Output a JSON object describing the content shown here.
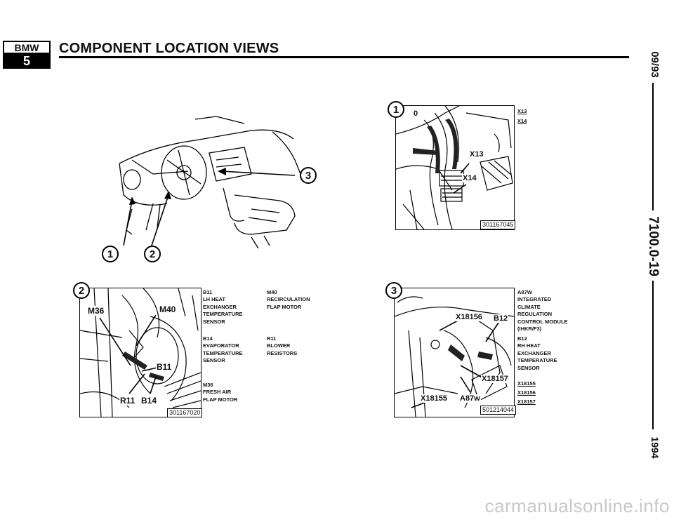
{
  "header": {
    "logo_top": "BMW",
    "logo_bottom": "5",
    "title": "COMPONENT LOCATION VIEWS"
  },
  "sidebar": {
    "date": "09/93",
    "page_number": "7100.0-19",
    "year": "1994"
  },
  "overview": {
    "callouts": [
      "1",
      "2",
      "3"
    ]
  },
  "fig1": {
    "callout": "1",
    "tags": [
      "0",
      "X13",
      "X14"
    ],
    "code": "301167045",
    "legend": [
      "X13",
      "X14"
    ]
  },
  "fig2": {
    "callout": "2",
    "tags": [
      "M36",
      "M40",
      "B11",
      "R11",
      "B14"
    ],
    "code": "301167020",
    "legend_col1": [
      {
        "id": "B11",
        "desc": "LH HEAT\nEXCHANGER\nTEMPERATURE\nSENSOR"
      },
      {
        "id": "B14",
        "desc": "EVAPORATOR\nTEMPERATURE\nSENSOR"
      },
      {
        "id": "M36",
        "desc": "FRESH AIR\nFLAP MOTOR"
      }
    ],
    "legend_col2": [
      {
        "id": "M40",
        "desc": "RECIRCULATION\nFLAP MOTOR"
      },
      {
        "id": "R11",
        "desc": "BLOWER\nRESISTORS"
      }
    ]
  },
  "fig3": {
    "callout": "3",
    "tags": [
      "X18156",
      "B12",
      "X18157",
      "X18155",
      "A87w"
    ],
    "code": "501214044",
    "legend": [
      {
        "id": "A87w",
        "desc": "INTEGRATED\nCLIMATE\nREGULATION\nCONTROL MODULE\n(IHKR/F3)"
      },
      {
        "id": "B12",
        "desc": "RH HEAT\nEXCHANGER\nTEMPERATURE\nSENSOR"
      }
    ],
    "connectors": [
      "X18155",
      "X18156",
      "X18157"
    ]
  },
  "watermark": "carmanualsonline.info"
}
